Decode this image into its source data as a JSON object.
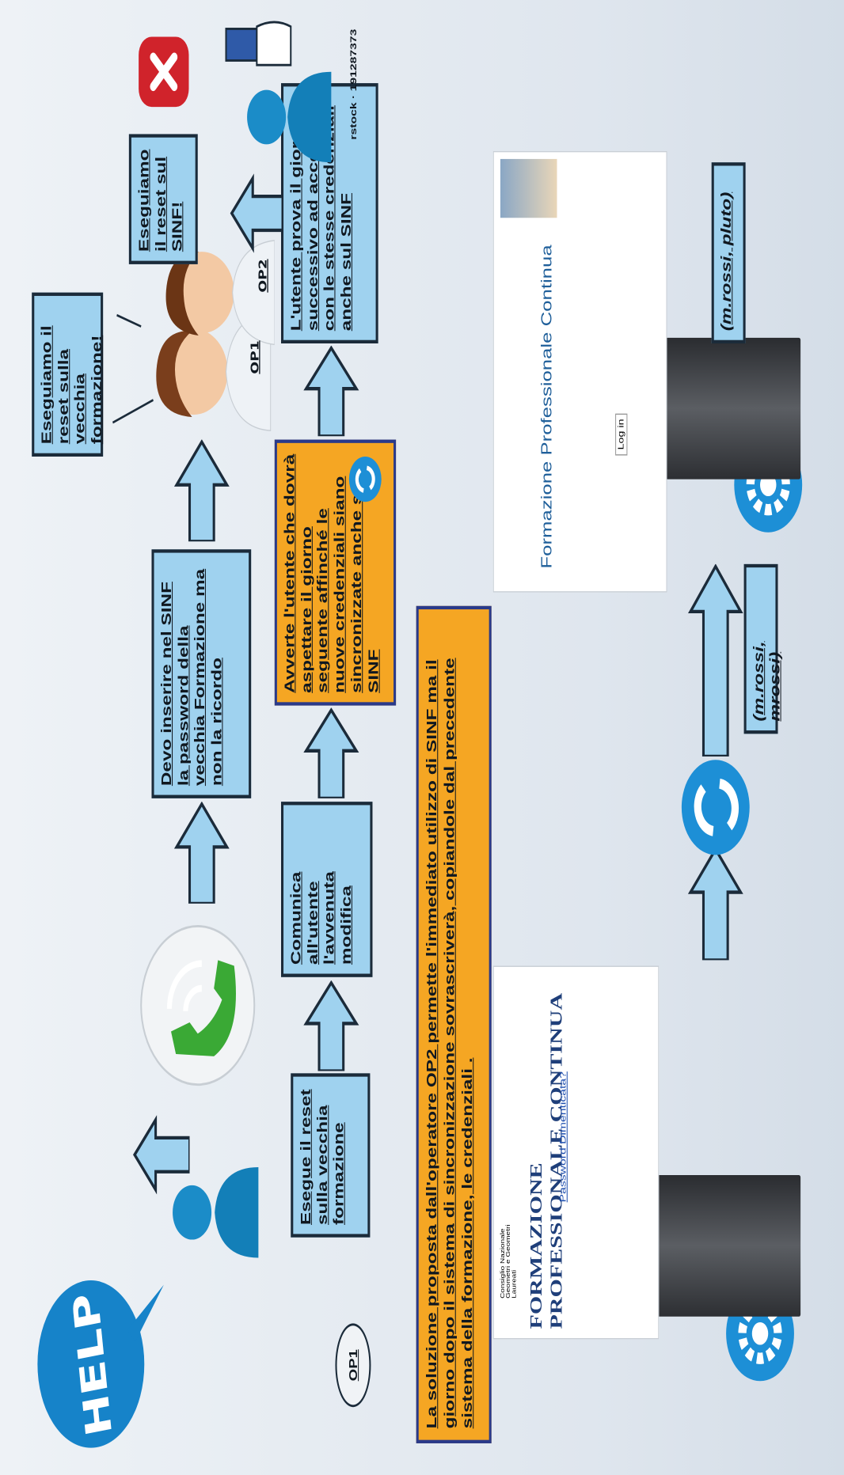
{
  "help_label": "HELP",
  "op1_badge": "OP1",
  "op2_label": "OP2",
  "boxes": {
    "devo_inserire": "Devo inserire nel SINF la password della vecchia Formazione ma non la ricordo",
    "reset_vecchia": "Eseguiamo il reset sulla vecchia formazione!",
    "reset_sinf": "Eseguiamo il reset sul SINF!",
    "esegue_reset": "Esegue il reset sulla vecchia formazione",
    "comunica": "Comunica all'utente l'avvenuta modifica",
    "avverte": "Avverte l'utente che dovrà aspettare il giorno seguente affinché le nuove credenziali siano sincronizzate anche sul SINF",
    "utente_prova": "L'utente prova il giorno successivo ad accedere con le stesse credenziali anche sul SINF"
  },
  "banner": "La soluzione proposta dall'operatore OP2 permette l'immediato utilizzo di SINF ma il giorno dopo il sistema di sincronizzazione sovrascriverà, copiandole dal precedente sistema della formazione, le credenziali .",
  "credentials": {
    "old": "(m.rossi, mrossi)",
    "new": "(m.rossi, pluto)"
  },
  "watermark": "rstock · 191287373",
  "panels": {
    "old_title": "FORMAZIONE PROFESSIONALE CONTINUA",
    "old_org": "Consiglio Nazionale Geometri e Geometri Laureati",
    "old_link": "Password Dimenticata?",
    "new_title": "Formazione Professionale Continua",
    "new_button": "Log in"
  },
  "colors": {
    "box": "#9fd2ef",
    "orange": "#f5a623",
    "circle": "#1d8fd6",
    "phone": "#3aa935",
    "error": "#d0232b"
  }
}
